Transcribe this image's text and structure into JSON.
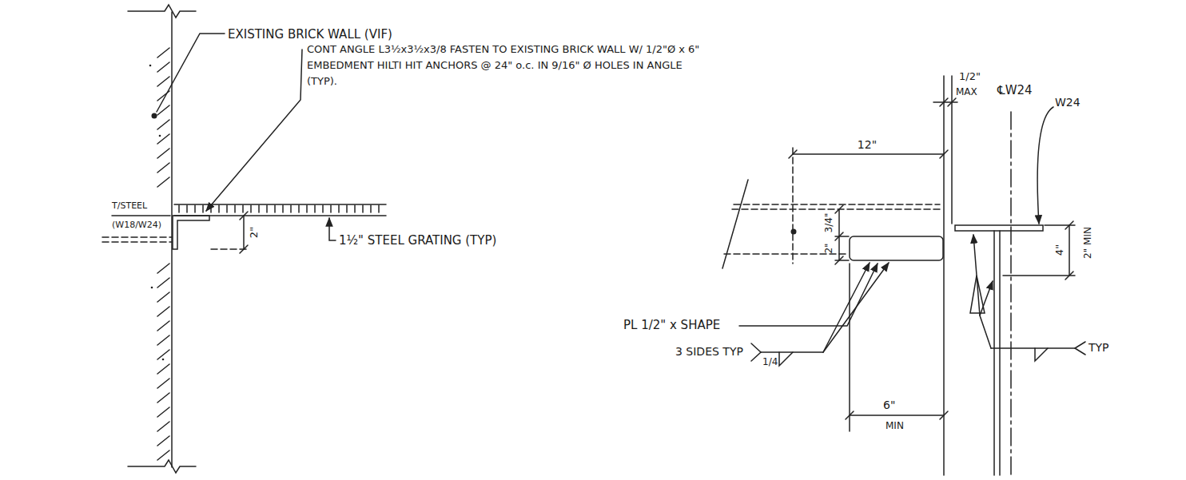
{
  "diagram": {
    "labels": [
      "EXISTING BRICK WALL (VIF)",
      "CONT ANGLE L3½x3½x3/8 FASTEN TO EXISTING BRICK WALL W/ 1/2\"Ø x 6\" EMBEDMENT HILTI HIT ANCHORS @ 24\" o.c. IN 9/16\" Ø HOLES IN ANGLE (TYP).",
      "T/STEEL (W18/W24)",
      "2\"",
      "1½\" STEEL GRATING (TYP)",
      "1/2\"",
      "MAX",
      "12\"",
      "℄W24",
      "W24",
      "3/4\"",
      "2\"",
      "4\"",
      "2\" MIN",
      "PL 1/2\" x SHAPE",
      "3 SIDES TYP",
      "1/4",
      "TYP",
      "6\"",
      "MIN"
    ]
  }
}
